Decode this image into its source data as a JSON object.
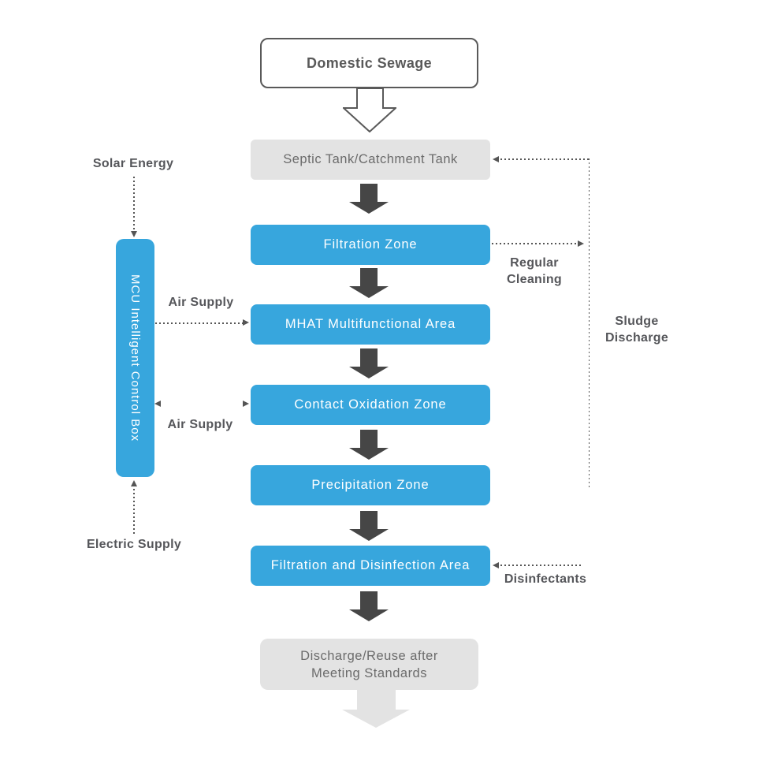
{
  "colors": {
    "primary_blue": "#37a6dd",
    "node_gray": "#e3e3e3",
    "node_text_gray": "#6b6b6b",
    "arrow_dark": "#464646",
    "arrow_light": "#e3e3e3",
    "label_gray": "#55565a",
    "outline_gray": "#595959",
    "line_gray": "#555555"
  },
  "nodes": {
    "domestic_sewage": "Domestic Sewage",
    "septic_tank": "Septic Tank/Catchment Tank",
    "filtration_zone": "Filtration Zone",
    "mhat_area": "MHAT Multifunctional Area",
    "contact_oxidation_zone": "Contact Oxidation Zone",
    "precipitation_zone": "Precipitation Zone",
    "filtration_disinfection_area": "Filtration and Disinfection Area",
    "discharge_line1": "Discharge/Reuse after",
    "discharge_line2": "Meeting Standards",
    "mcu_control_box": "MCU Intelligent Control Box"
  },
  "labels": {
    "solar_energy": "Solar Energy",
    "air_supply_top": "Air Supply",
    "air_supply_bottom": "Air Supply",
    "electric_supply": "Electric Supply",
    "regular_cleaning_line1": "Regular",
    "regular_cleaning_line2": "Cleaning",
    "sludge_discharge_line1": "Sludge",
    "sludge_discharge_line2": "Discharge",
    "disinfectants": "Disinfectants"
  }
}
